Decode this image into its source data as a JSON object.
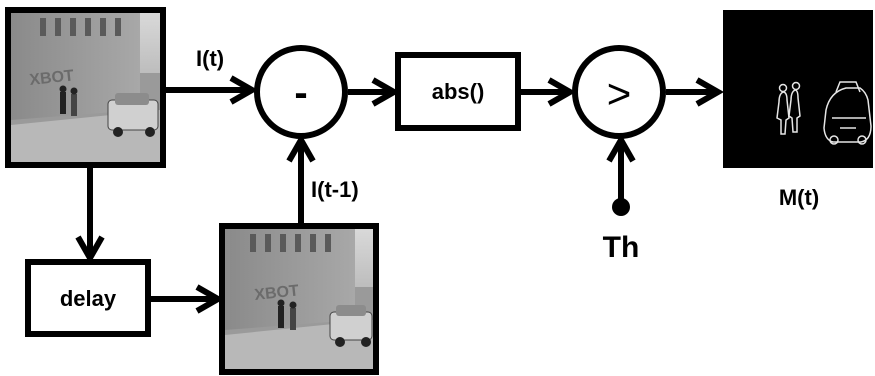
{
  "labels": {
    "current_frame": "I(t)",
    "previous_frame": "I(t-1)",
    "subtract_op": "-",
    "abs_block": "abs()",
    "compare_op": ">",
    "threshold": "Th",
    "delay_block": "delay",
    "output_mask": "M(t)"
  },
  "colors": {
    "stroke": "#000000",
    "background": "#ffffff",
    "mask_background": "#000000"
  }
}
